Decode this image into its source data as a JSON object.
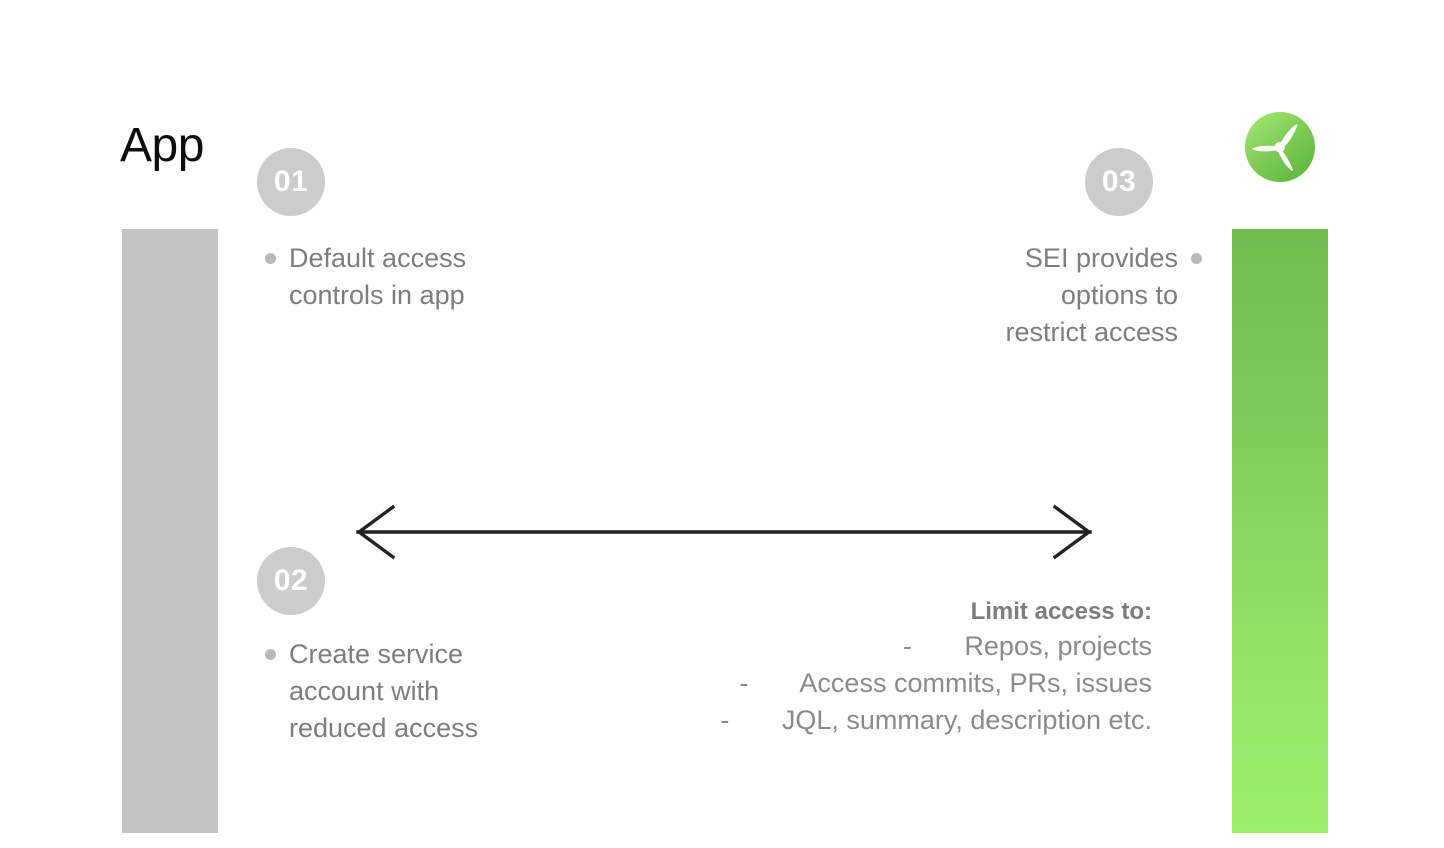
{
  "slide": {
    "title": "App",
    "background_color": "#ffffff"
  },
  "bars": {
    "left": {
      "name": "app-column-bar",
      "color": "#c4c4c4"
    },
    "right": {
      "name": "sei-column-bar",
      "gradient_top": "#6fbd50",
      "gradient_bottom": "#9df06d"
    }
  },
  "steps": [
    {
      "number": "01",
      "lines": [
        "Default access",
        "controls in app"
      ],
      "text": "Default access controls in app",
      "align": "left"
    },
    {
      "number": "02",
      "lines": [
        "Create service",
        "account with",
        "reduced access"
      ],
      "text": "Create service account with reduced access",
      "align": "left"
    },
    {
      "number": "03",
      "lines": [
        "SEI provides",
        "options to",
        "restrict access"
      ],
      "text": "SEI provides options to restrict access",
      "align": "right"
    }
  ],
  "arrow": {
    "name": "bidirectional-arrow",
    "color": "#222222",
    "direction": "both"
  },
  "limit_access": {
    "heading": "Limit access to:",
    "items": [
      "-       Repos, projects",
      "-       Access commits, PRs, issues",
      "-       JQL, summary, description etc."
    ]
  },
  "logo": {
    "name": "harness-sei-logo",
    "shape": "propeller-in-green-circle",
    "circle_gradient_start": "#9ee36f",
    "circle_gradient_end": "#5db83f",
    "blade_color": "#ffffff"
  },
  "colors": {
    "badge_bg": "#cccccc",
    "badge_text": "#ffffff",
    "body_text": "#7d7d7d",
    "bullet_dot": "#b9b9b9",
    "title_text": "#0d0d0d"
  }
}
